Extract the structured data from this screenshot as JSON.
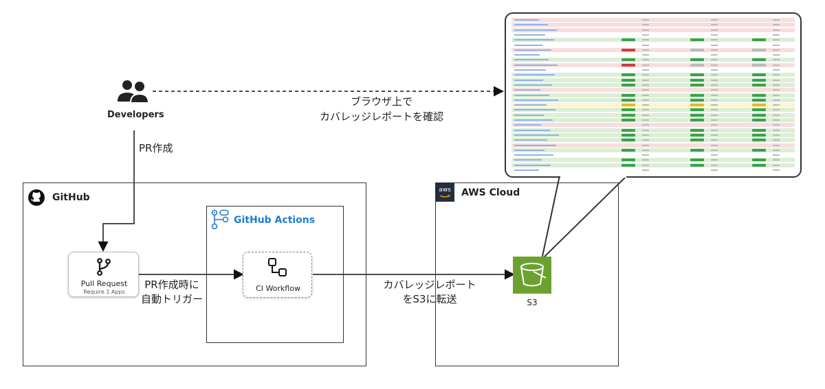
{
  "developers": {
    "label": "Developers",
    "icon": "users-icon"
  },
  "arrows": {
    "pr_create": "PR作成",
    "browser_line1": "ブラウザ上で",
    "browser_line2": "カバレッジレポートを確認",
    "trigger_line1": "PR作成時に",
    "trigger_line2": "自動トリガー",
    "transfer_line1": "カバレッジレポート",
    "transfer_line2": "をS3に転送"
  },
  "github": {
    "title": "GitHub",
    "icon": "github-icon"
  },
  "actions": {
    "title": "GitHub Actions",
    "icon": "github-actions-icon",
    "color": "#1a7fd4"
  },
  "pull_request": {
    "title": "Pull Request",
    "subtitle": "Require 1 Apps",
    "icon": "git-branch-icon"
  },
  "ci": {
    "title": "CI Workflow",
    "icon": "workflow-icon"
  },
  "aws": {
    "title": "AWS Cloud",
    "badge": "aws",
    "icon": "aws-logo-icon"
  },
  "s3": {
    "label": "S3",
    "icon": "s3-bucket-icon",
    "color": "#6ca130"
  },
  "coverage_report": {
    "icon": "coverage-report-screenshot",
    "rows": [
      {
        "status": "red",
        "bar": ""
      },
      {
        "status": "red",
        "bar": ""
      },
      {
        "status": "red",
        "bar": ""
      },
      {
        "status": "white",
        "bar": ""
      },
      {
        "status": "green",
        "bar": "green"
      },
      {
        "status": "white",
        "bar": ""
      },
      {
        "status": "red",
        "bar": "red"
      },
      {
        "status": "white",
        "bar": ""
      },
      {
        "status": "green",
        "bar": "green"
      },
      {
        "status": "red",
        "bar": "red"
      },
      {
        "status": "white",
        "bar": ""
      },
      {
        "status": "green",
        "bar": "green"
      },
      {
        "status": "green",
        "bar": "green"
      },
      {
        "status": "green",
        "bar": "green"
      },
      {
        "status": "red",
        "bar": ""
      },
      {
        "status": "green",
        "bar": "green"
      },
      {
        "status": "green",
        "bar": "green"
      },
      {
        "status": "yellow",
        "bar": "yellow"
      },
      {
        "status": "green",
        "bar": "green"
      },
      {
        "status": "green",
        "bar": "green"
      },
      {
        "status": "green",
        "bar": "green"
      },
      {
        "status": "red",
        "bar": ""
      },
      {
        "status": "green",
        "bar": "green"
      },
      {
        "status": "green",
        "bar": "green"
      },
      {
        "status": "green",
        "bar": "green"
      },
      {
        "status": "red",
        "bar": ""
      },
      {
        "status": "green",
        "bar": "green"
      },
      {
        "status": "white",
        "bar": ""
      },
      {
        "status": "green",
        "bar": "green"
      },
      {
        "status": "green",
        "bar": "green"
      },
      {
        "status": "white",
        "bar": ""
      }
    ]
  }
}
